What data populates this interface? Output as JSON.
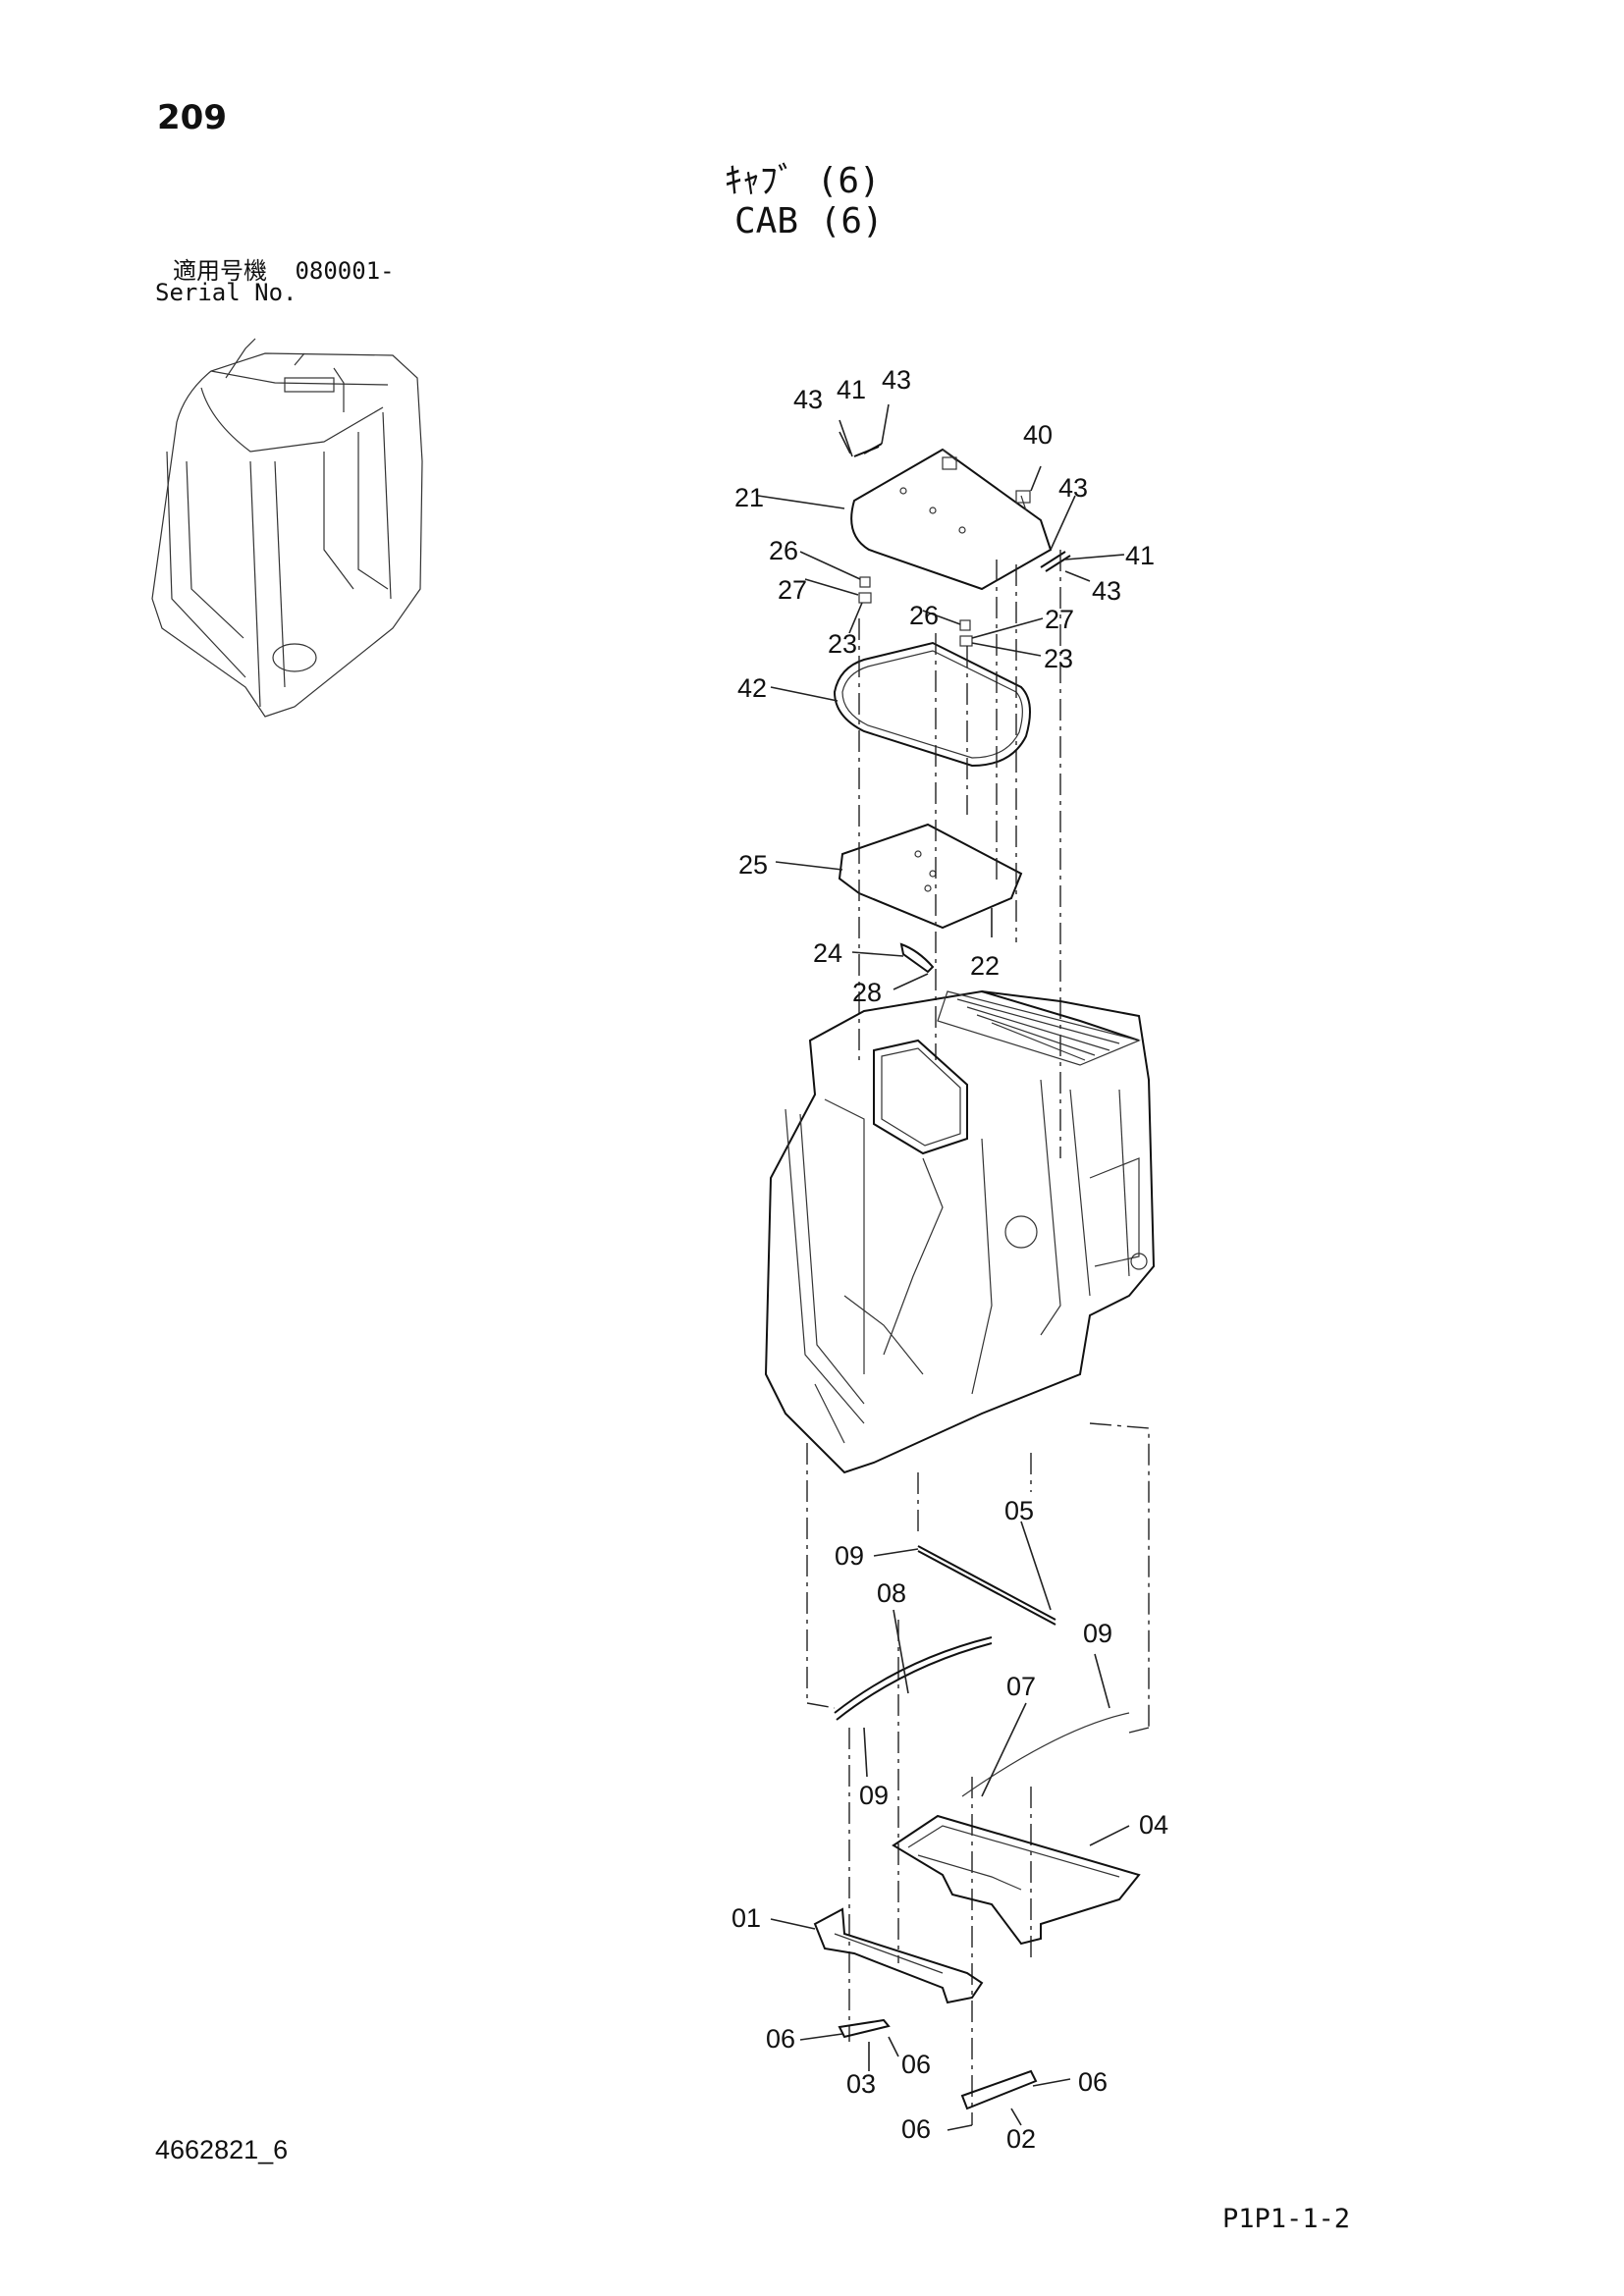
{
  "header": {
    "page_number": "209",
    "title_jp": "ｷｬﾌﾞ (6)",
    "title_en": "CAB (6)",
    "serial_label_jp": "適用号機",
    "serial_value": "080001-",
    "serial_label_en": "Serial No."
  },
  "footer": {
    "doc_id": "4662821_6",
    "page_code": "P1P1-1-2"
  },
  "callouts": [
    {
      "id": "c43a",
      "label": "43"
    },
    {
      "id": "c41a",
      "label": "41"
    },
    {
      "id": "c43b",
      "label": "43"
    },
    {
      "id": "c40",
      "label": "40"
    },
    {
      "id": "c21",
      "label": "21"
    },
    {
      "id": "c43c",
      "label": "43"
    },
    {
      "id": "c26a",
      "label": "26"
    },
    {
      "id": "c41b",
      "label": "41"
    },
    {
      "id": "c27a",
      "label": "27"
    },
    {
      "id": "c43d",
      "label": "43"
    },
    {
      "id": "c26b",
      "label": "26"
    },
    {
      "id": "c27b",
      "label": "27"
    },
    {
      "id": "c23a",
      "label": "23"
    },
    {
      "id": "c23b",
      "label": "23"
    },
    {
      "id": "c42",
      "label": "42"
    },
    {
      "id": "c25",
      "label": "25"
    },
    {
      "id": "c24",
      "label": "24"
    },
    {
      "id": "c22",
      "label": "22"
    },
    {
      "id": "c28",
      "label": "28"
    },
    {
      "id": "c05",
      "label": "05"
    },
    {
      "id": "c09a",
      "label": "09"
    },
    {
      "id": "c08",
      "label": "08"
    },
    {
      "id": "c09b",
      "label": "09"
    },
    {
      "id": "c07",
      "label": "07"
    },
    {
      "id": "c09c",
      "label": "09"
    },
    {
      "id": "c04",
      "label": "04"
    },
    {
      "id": "c01",
      "label": "01"
    },
    {
      "id": "c06a",
      "label": "06"
    },
    {
      "id": "c06b",
      "label": "06"
    },
    {
      "id": "c03",
      "label": "03"
    },
    {
      "id": "c06c",
      "label": "06"
    },
    {
      "id": "c06d",
      "label": "06"
    },
    {
      "id": "c02",
      "label": "02"
    }
  ]
}
